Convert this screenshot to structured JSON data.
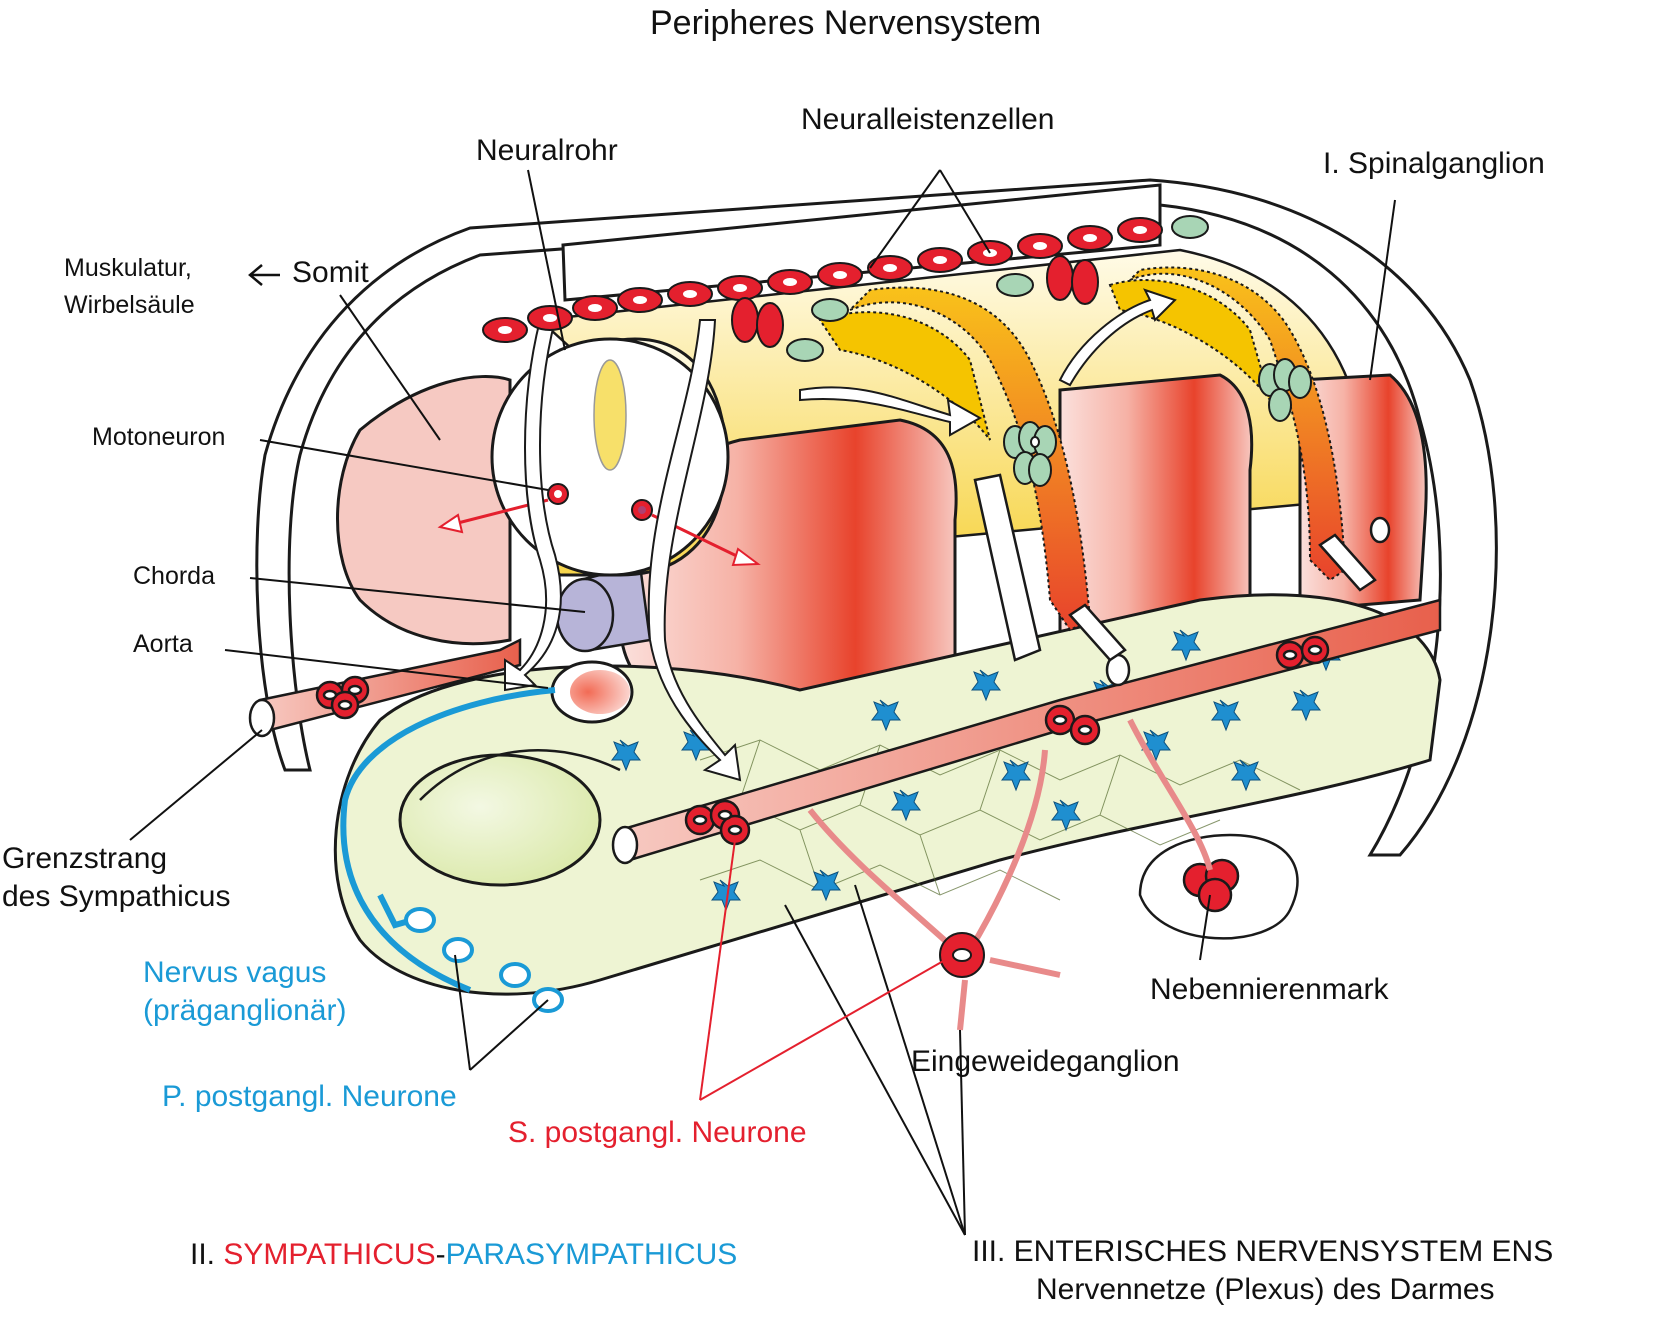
{
  "title": "Peripheres Nervensystem",
  "labels": {
    "neuralrohr": "Neuralrohr",
    "neuralleistenzellen": "Neuralleistenzellen",
    "spinalganglion": "I. Spinalganglion",
    "muskulatur": "Muskulatur,",
    "wirbelsaeule": "Wirbelsäule",
    "arrow_glyph": "←",
    "somit": "Somit",
    "motoneuron": "Motoneuron",
    "chorda": "Chorda",
    "aorta": "Aorta",
    "grenzstrang_1": "Grenzstrang",
    "grenzstrang_2": "des Sympathicus",
    "vagus_1": "Nervus vagus",
    "vagus_2": "(präganglionär)",
    "p_postgangl": "P. postgangl. Neurone",
    "s_postgangl": "S. postgangl. Neurone",
    "eingeweideganglion": "Eingeweideganglion",
    "nebennierenmark": "Nebennierenmark",
    "section2_prefix": "II. ",
    "section2_sym": "SYMPATHICUS",
    "section2_dash": "-",
    "section2_para": "PARASYMPATHICUS",
    "section3_line1": "III. ENTERISCHES NERVENSYSTEM ENS",
    "section3_line2": "Nervennetze (Plexus) des Darmes"
  },
  "colors": {
    "outline": "#1a1a1a",
    "sympathicus_red": "#e4202e",
    "parasympathicus_blue": "#1a9ad6",
    "somite_pink": "#f6c9c2",
    "muscle_red": "#e8432c",
    "neural_crest_yellow": "#f5c400",
    "spinal_ganglion_green": "#a8d5b5",
    "chorda_lavender": "#b7b4d8",
    "gut_green": "#e5efc0",
    "enteric_star_blue": "#1f8fd0"
  },
  "icons": [
    "arrow-left-icon"
  ]
}
